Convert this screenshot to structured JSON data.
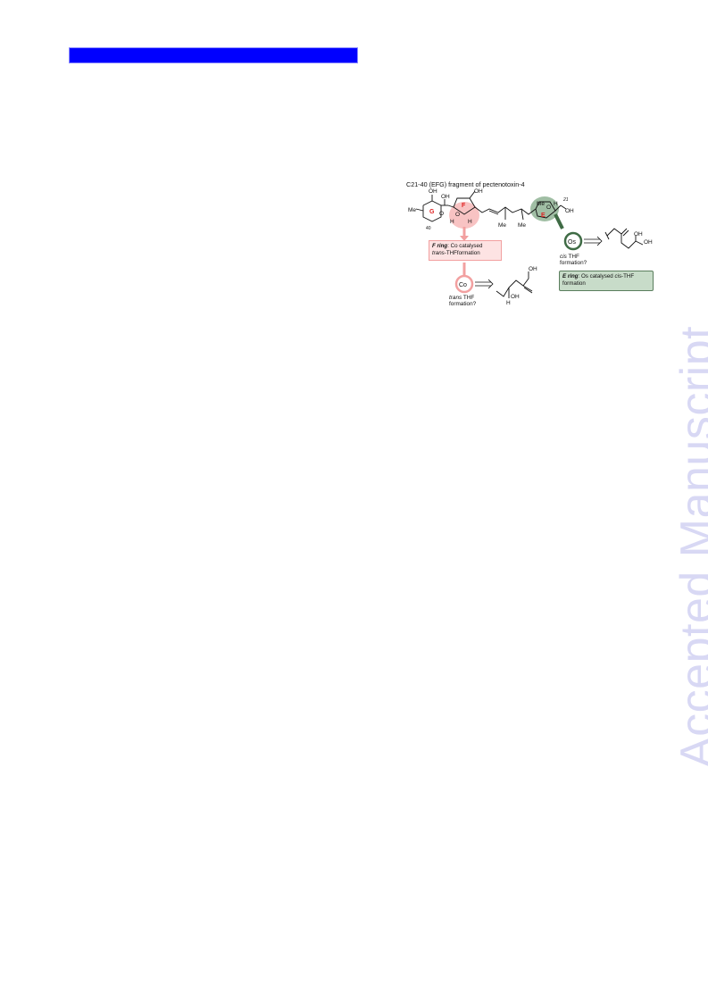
{
  "header": {
    "bar_color": "#0000ff"
  },
  "watermark": {
    "text": "Accepted Manuscript",
    "color": "#d8d8f4"
  },
  "scheme": {
    "title": "C21-40 (EFG) fragment of pectenotoxin-4",
    "ring_labels": {
      "g": "G",
      "f": "F",
      "e": "E"
    },
    "atom_labels": {
      "oh_top_left": "OH",
      "oh_top_mid": "OH",
      "oh_f_ring": "OH",
      "oh_e_side": "OH",
      "me_left": "Me",
      "me_chain_1": "Me",
      "me_chain_2": "Me",
      "me_e_ring": "Me",
      "o_g_ring": "O",
      "o_f_ring": "O",
      "o_e_ring": "O",
      "h_f_1": "H",
      "h_f_2": "H",
      "h_e": "H",
      "num_40": "40",
      "num_21": "21"
    },
    "f_box": {
      "ring": "F ring",
      "text1": ": Co catalysed",
      "trans": "trans",
      "text2": "-THFformation"
    },
    "e_box": {
      "ring": "E ring",
      "text1": ": Os catalysed ",
      "cis": "cis",
      "text2": "-THF",
      "text3": "formation"
    },
    "os_label": "Os",
    "co_label": "Co",
    "cis_q": {
      "italic": "cis",
      "rest": " THF",
      "line2": "formation?"
    },
    "trans_q": {
      "italic": "trans",
      "rest": " THF",
      "line2": "formation?"
    },
    "os_product": {
      "oh1": "OH",
      "oh2": "OH"
    },
    "co_product": {
      "oh1": "OH",
      "oh2": "OH",
      "h": "H"
    },
    "colors": {
      "f_highlight": "#f7b8b8",
      "e_highlight": "#8fb394",
      "e_dark": "#3f6b45",
      "ring_label_red": "#e02020"
    }
  }
}
